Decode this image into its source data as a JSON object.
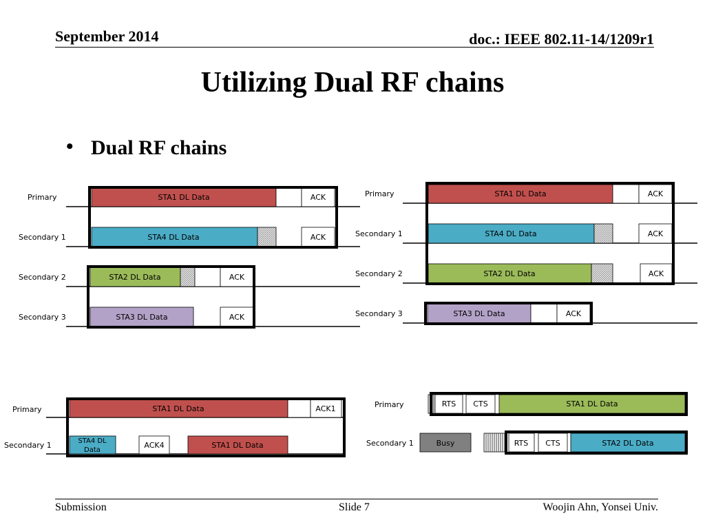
{
  "header": {
    "date": "September 2014",
    "doc": "doc.: IEEE 802.11-14/1209r1"
  },
  "title": "Utilizing Dual RF chains",
  "bullet": "Dual RF chains",
  "footer": {
    "left": "Submission",
    "center": "Slide 7",
    "right": "Woojin Ahn, Yonsei Univ."
  },
  "colors": {
    "red": "#c0504d",
    "blue": "#4bacc6",
    "green": "#9bbb59",
    "purple": "#b3a2c7",
    "gray": "#808080",
    "hatch": "#c8c8c8"
  },
  "channels": {
    "primary": "Primary",
    "secondary1": "Secondary 1",
    "secondary2": "Secondary 2",
    "secondary3": "Secondary 3"
  },
  "frames": {
    "sta1": "STA1 DL Data",
    "sta2": "STA2 DL Data",
    "sta3": "STA3 DL Data",
    "sta4": "STA4 DL Data",
    "sta4_short_line1": "STA4 DL",
    "sta4_short_line2": "Data",
    "ack": "ACK",
    "ack1": "ACK1",
    "ack4": "ACK4",
    "rts": "RTS",
    "cts": "CTS",
    "busy": "Busy"
  }
}
